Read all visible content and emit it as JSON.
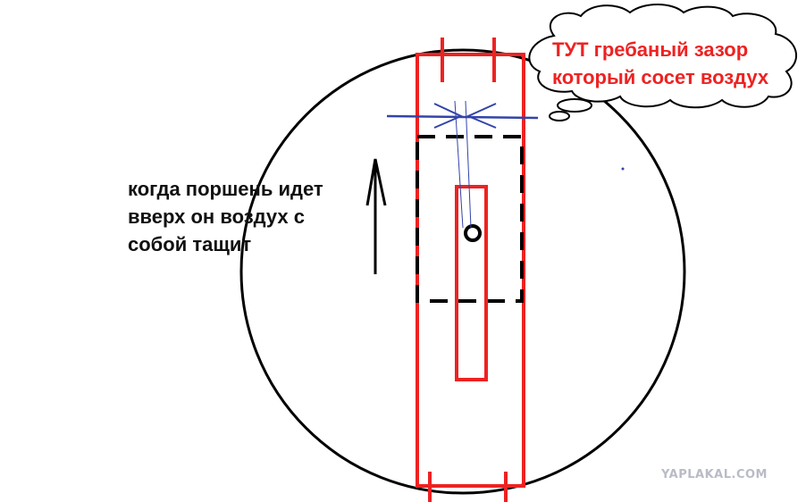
{
  "annotation_left": {
    "line1": "когда поршень идет",
    "line2": "вверх он воздух с",
    "line3": "собой тащит"
  },
  "annotation_bubble": {
    "line1": "ТУТ гребаный зазор",
    "line2": "который сосет воздух"
  },
  "watermark": "YAPLAKAL.COM",
  "colors": {
    "outline": "#000000",
    "cylinder": "#ee2222",
    "gap_marker": "#3344aa",
    "annotation_left": "#111111",
    "annotation_bubble": "#ee2222",
    "watermark": "#b7bcc6"
  }
}
